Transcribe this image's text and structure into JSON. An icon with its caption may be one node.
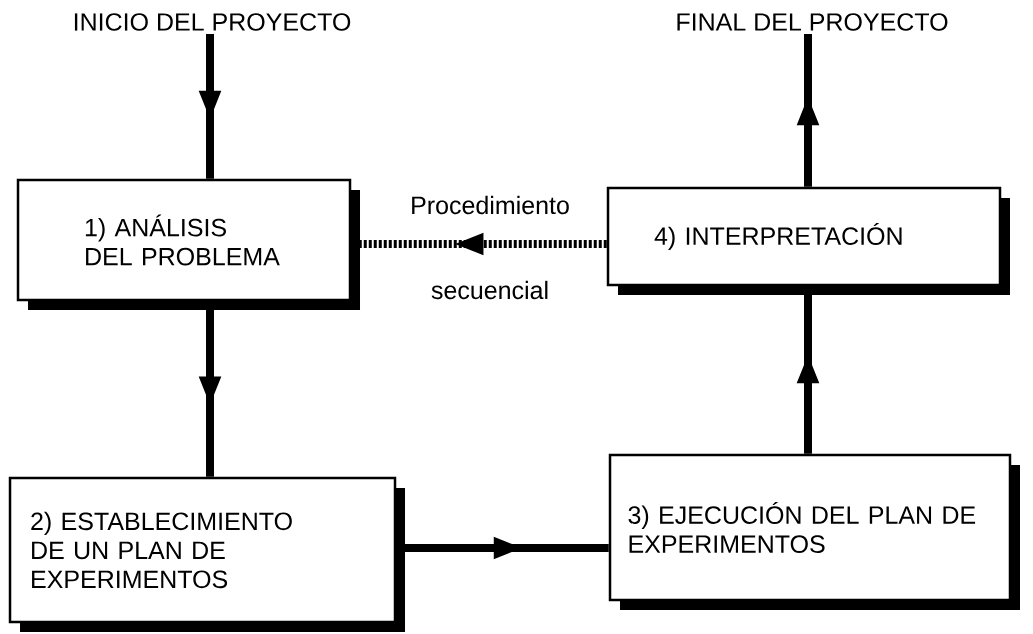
{
  "diagram": {
    "nodes": [
      {
        "text": [
          "INICIO DEL PROYECTO"
        ]
      },
      {
        "text": [
          "FINAL DEL PROYECTO"
        ]
      },
      {
        "text": [
          "1) ANÁLISIS DEL PROBLEMA"
        ]
      },
      {
        "text": [
          "4) INTERPRETACIÓN"
        ]
      },
      {
        "text": [
          "2) ESTABLECIMIENTO DE UN PLAN DE EXPERIMENTOS"
        ]
      },
      {
        "text": [
          "3) EJECUCIÓN DEL PLAN DE EXPERIMENTOS"
        ]
      }
    ],
    "edges": [
      {
        "from": 0,
        "to": 2,
        "arrow": "to"
      },
      {
        "from": 2,
        "to": 4,
        "arrow": "to"
      },
      {
        "from": 4,
        "to": 5,
        "arrow": "to"
      },
      {
        "from": 5,
        "to": 3,
        "arrow": "to"
      },
      {
        "from": 3,
        "to": 1,
        "arrow": "to"
      },
      {
        "from": 3,
        "to": 2,
        "arrow": "to",
        "style": "dashed"
      }
    ],
    "labels": [
      "Procedimiento",
      "secuencial"
    ]
  }
}
